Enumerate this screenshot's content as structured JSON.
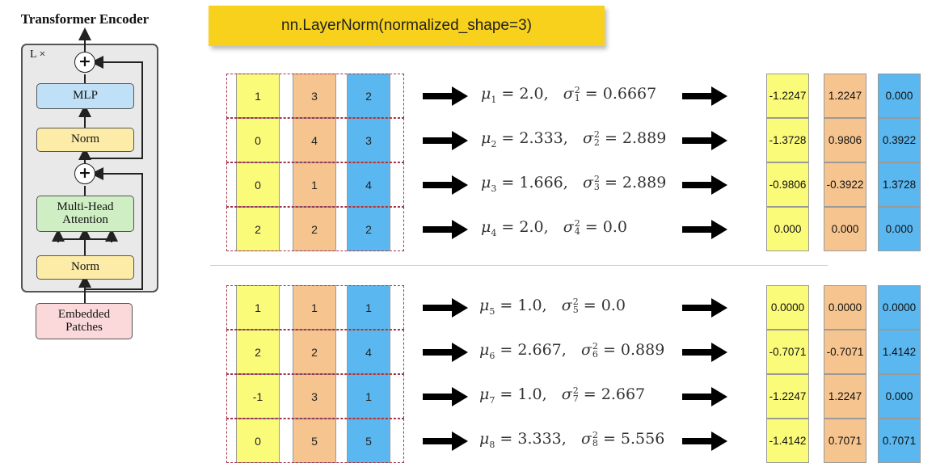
{
  "encoder": {
    "title": "Transformer Encoder",
    "repeat_label": "L ×",
    "blocks": [
      "MLP",
      "Norm",
      "Multi-Head\nAttention",
      "Norm",
      "Embedded\nPatches"
    ],
    "plus_symbol": "+"
  },
  "banner": {
    "code": "nn.LayerNorm(normalized_shape=3)"
  },
  "groups": [
    {
      "rows": [
        {
          "input": [
            "1",
            "3",
            "2"
          ],
          "mu_sub": "1",
          "mu": "2.0",
          "sigma_sub": "1",
          "var": "0.6667",
          "output": [
            "-1.2247",
            "1.2247",
            "0.000"
          ]
        },
        {
          "input": [
            "0",
            "4",
            "3"
          ],
          "mu_sub": "2",
          "mu": "2.333",
          "sigma_sub": "2",
          "var": "2.889",
          "output": [
            "-1.3728",
            "0.9806",
            "0.3922"
          ]
        },
        {
          "input": [
            "0",
            "1",
            "4"
          ],
          "mu_sub": "3",
          "mu": "1.666",
          "sigma_sub": "3",
          "var": "2.889",
          "output": [
            "-0.9806",
            "-0.3922",
            "1.3728"
          ]
        },
        {
          "input": [
            "2",
            "2",
            "2"
          ],
          "mu_sub": "4",
          "mu": "2.0",
          "sigma_sub": "4",
          "var": "0.0",
          "output": [
            "0.000",
            "0.000",
            "0.000"
          ]
        }
      ]
    },
    {
      "rows": [
        {
          "input": [
            "1",
            "1",
            "1"
          ],
          "mu_sub": "5",
          "mu": "1.0",
          "sigma_sub": "5",
          "var": "0.0",
          "output": [
            "0.0000",
            "0.0000",
            "0.0000"
          ]
        },
        {
          "input": [
            "2",
            "2",
            "4"
          ],
          "mu_sub": "6",
          "mu": "2.667",
          "sigma_sub": "6",
          "var": "0.889",
          "output": [
            "-0.7071",
            "-0.7071",
            "1.4142"
          ]
        },
        {
          "input": [
            "-1",
            "3",
            "1"
          ],
          "mu_sub": "7",
          "mu": "1.0",
          "sigma_sub": "7",
          "var": "2.667",
          "output": [
            "-1.2247",
            "1.2247",
            "0.000"
          ]
        },
        {
          "input": [
            "0",
            "5",
            "5"
          ],
          "mu_sub": "8",
          "mu": "3.333",
          "sigma_sub": "8",
          "var": "5.556",
          "output": [
            "-1.4142",
            "0.7071",
            "0.7071"
          ]
        }
      ]
    }
  ],
  "colors": {
    "yellow": "#fbfb7a",
    "orange": "#f6c48e",
    "blue": "#5ab7ef",
    "banner": "#f8d11c",
    "dash": "#a3344a"
  },
  "icons": [
    "right-arrow-icon",
    "plus-circle-icon"
  ]
}
